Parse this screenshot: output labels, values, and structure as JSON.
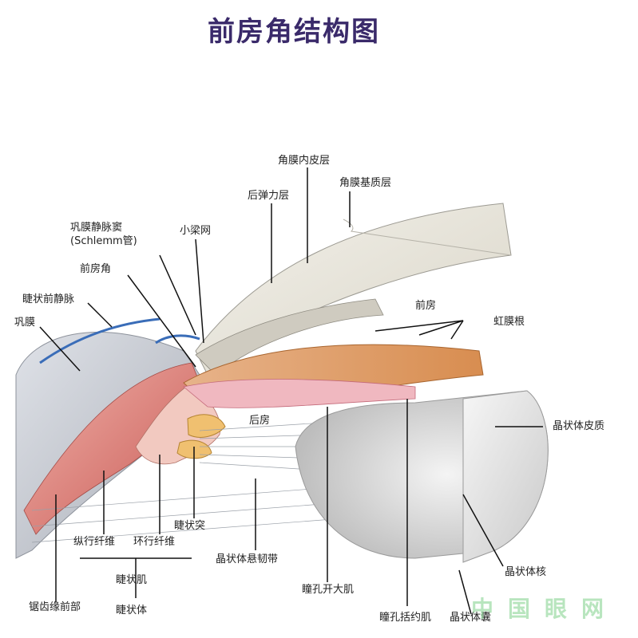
{
  "title": "前房角结构图",
  "labels": {
    "corneal_endothelium": "角膜内皮层",
    "corneal_stroma": "角膜基质层",
    "descemet": "后弹力层",
    "schlemm_line1": "巩膜静脉窦",
    "schlemm_line2": "(Schlemm管)",
    "trabecular": "小梁网",
    "anterior_angle": "前房角",
    "ciliary_vein": "睫状前静脉",
    "sclera": "巩膜",
    "anterior_chamber": "前房",
    "iris": "虹膜根",
    "posterior_chamber": "后房",
    "lens_cortex": "晶状体皮质",
    "ciliary_process": "睫状突",
    "longitudinal_fibers": "纵行纤维",
    "circular_fibers": "环行纤维",
    "ciliary_muscle": "睫状肌",
    "ciliary_body": "睫状体",
    "zonule": "晶状体悬韧带",
    "dilator": "瞳孔开大肌",
    "lens_nucleus": "晶状体核",
    "sphincter": "瞳孔括约肌",
    "lens_capsule": "晶状体囊",
    "ora_serrata": "锯齿缘前部"
  },
  "watermark": "中国眼网",
  "colors": {
    "title": "#3a2a6a",
    "cornea": "#e9e6de",
    "sclera": "#c9ccd3",
    "iris": "#e8a06a",
    "ciliary_muscle": "#e08a84",
    "lens": "#e2e2e2",
    "vein": "#3a6db8"
  }
}
